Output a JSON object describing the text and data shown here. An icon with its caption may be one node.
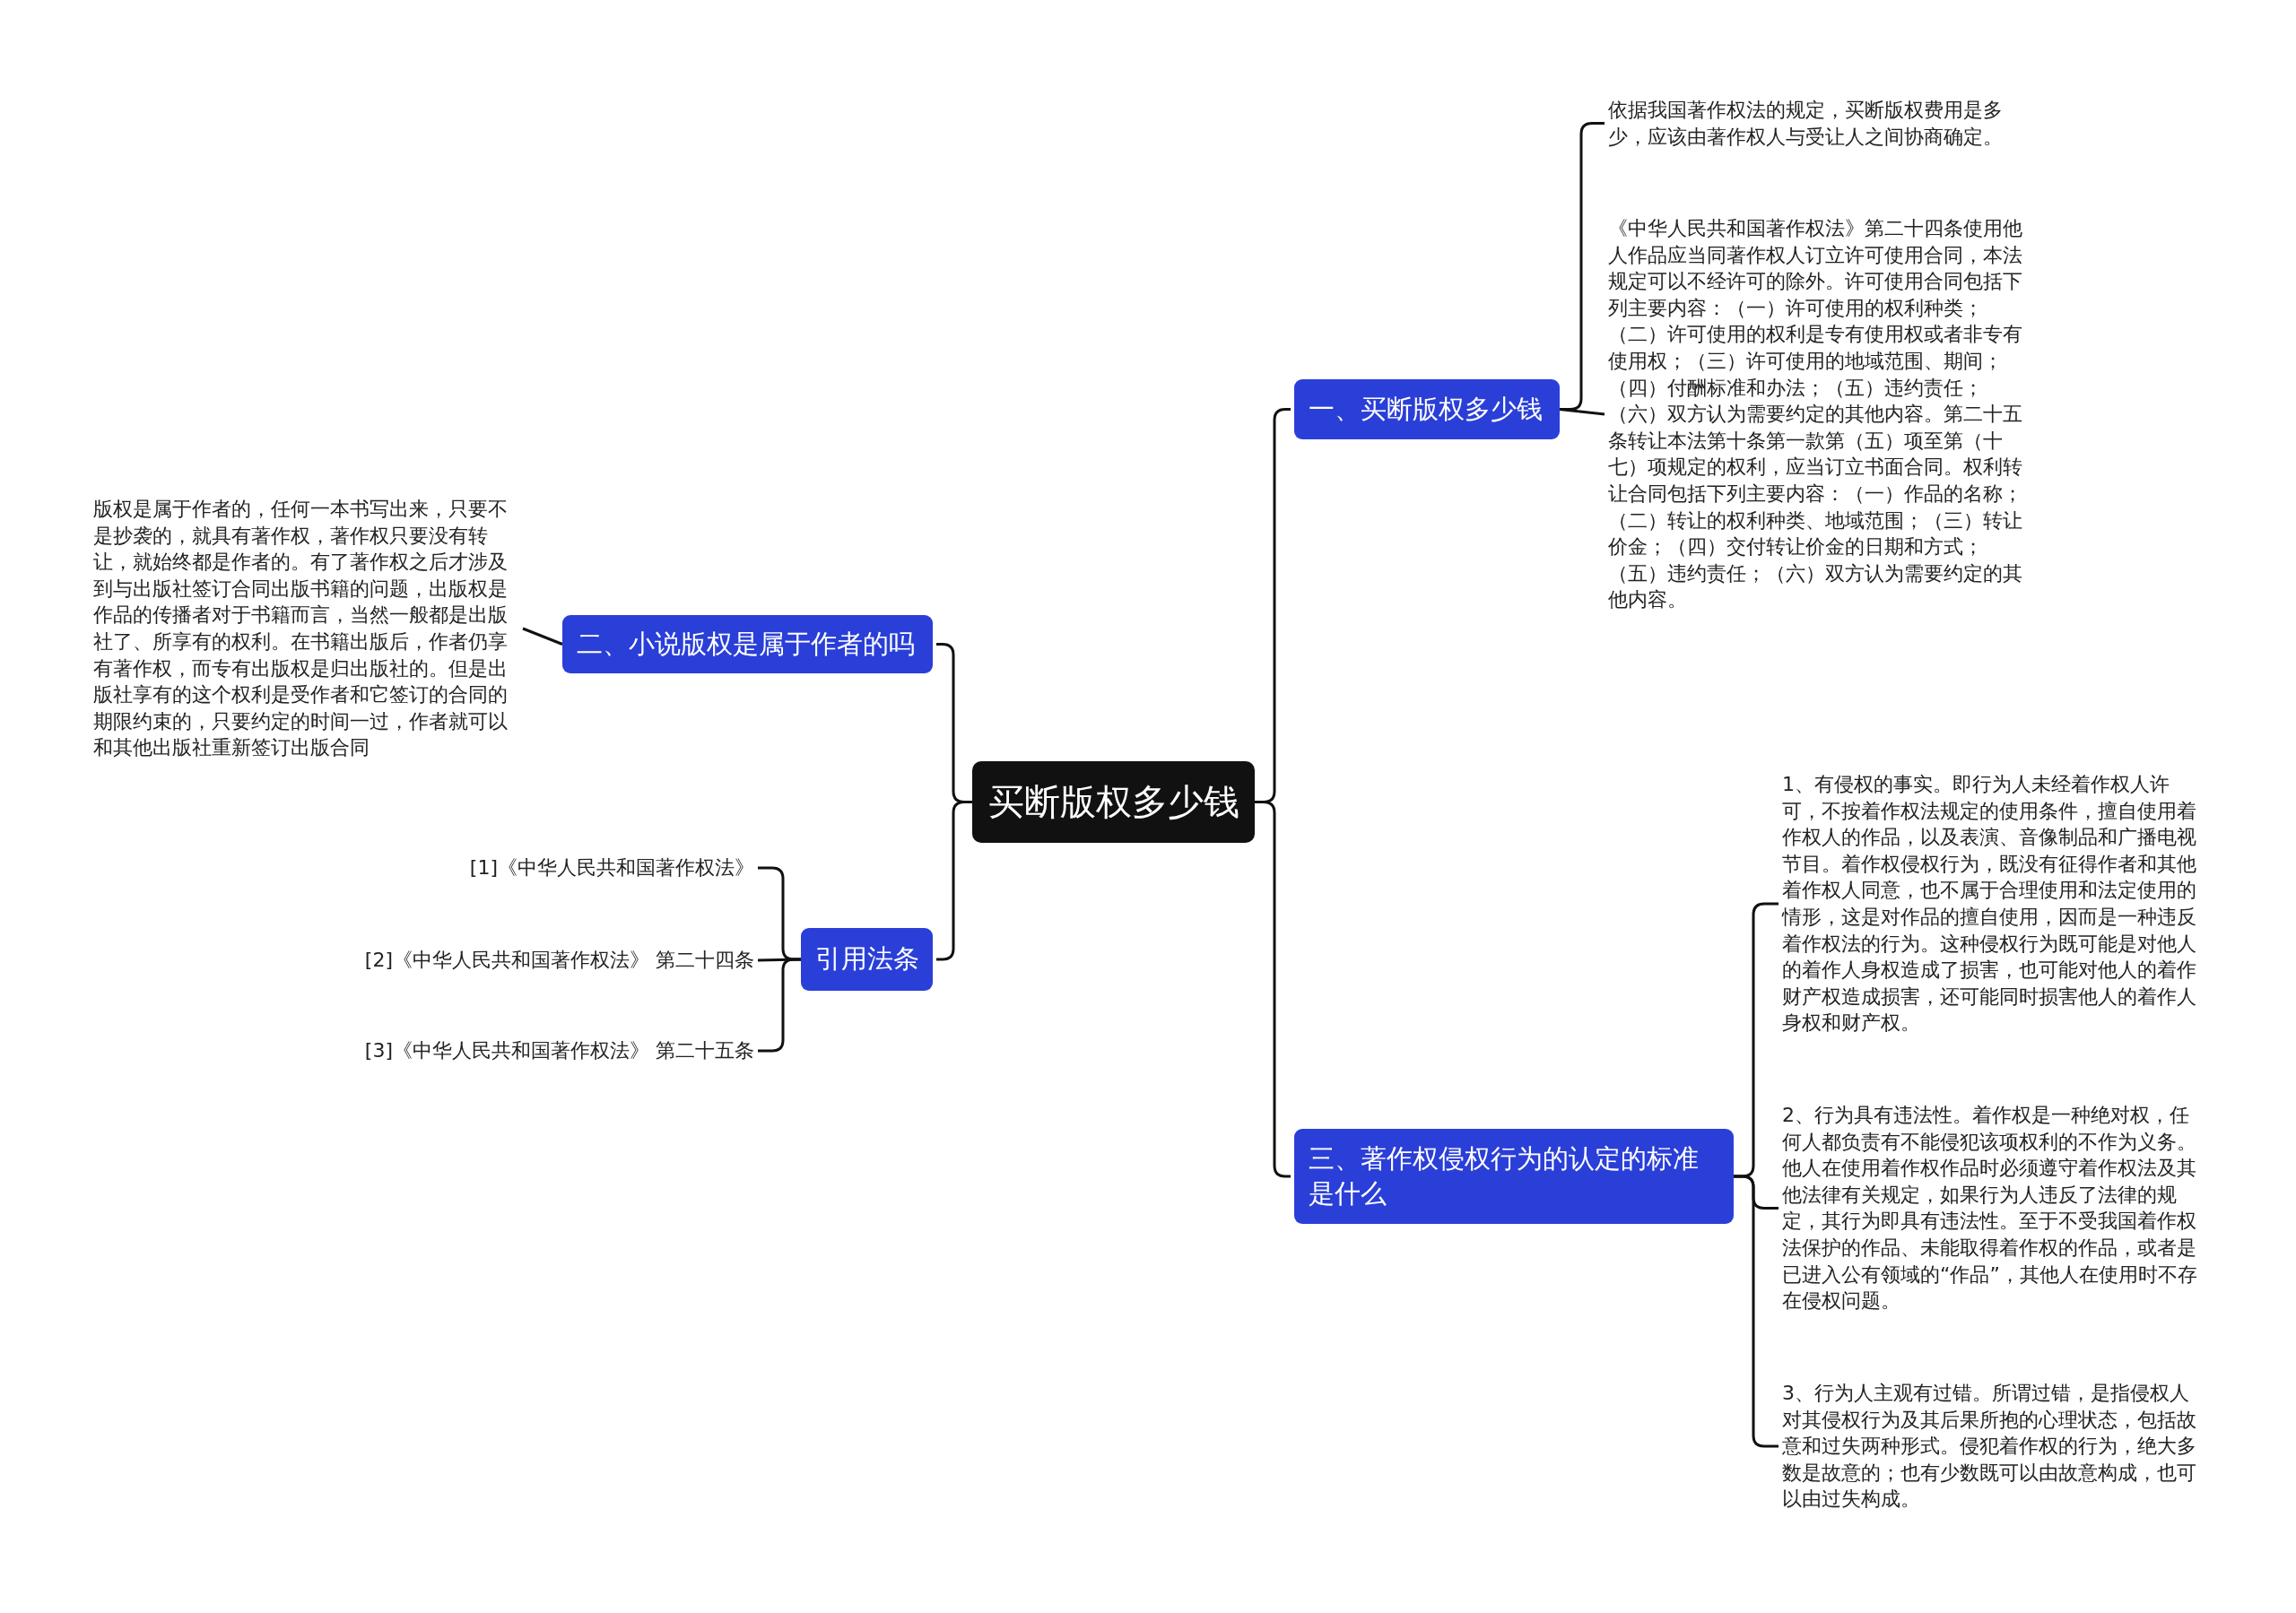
{
  "diagram": {
    "nodes": [
      {
        "text": [
          "买断版权多少钱"
        ]
      },
      {
        "text": [
          "一、买断版权多少钱"
        ]
      },
      {
        "text": [
          "依据我国著作权法的规定，买断版权费用是多少，应该由著作权人与受让人之间协商确定。"
        ]
      },
      {
        "text": [
          "《中华人民共和国著作权法》第二十四条使用他人作品应当同著作权人订立许可使用合同，本法规定可以不经许可的除外。许可使用合同包括下列主要内容：（一）许可使用的权利种类；（二）许可使用的权利是专有使用权或者非专有使用权；（三）许可使用的地域范围、期间；（四）付酬标准和办法；（五）违约责任；（六）双方认为需要约定的其他内容。第二十五条转让本法第十条第一款第（五）项至第（十七）项规定的权利，应当订立书面合同。权利转让合同包括下列主要内容：（一）作品的名称；（二）转让的权利种类、地域范围；（三）转让价金；（四）交付转让价金的日期和方式；（五）违约责任；（六）双方认为需要约定的其他内容。"
        ]
      },
      {
        "text": [
          "三、著作权侵权行为的认定的标准是什么"
        ]
      },
      {
        "text": [
          "1、有侵权的事实。即行为人未经着作权人许可，不按着作权法规定的使用条件，擅自使用着作权人的作品，以及表演、音像制品和广播电视节目。着作权侵权行为，既没有征得作者和其他着作权人同意，也不属于合理使用和法定使用的情形，这是对作品的擅自使用，因而是一种违反着作权法的行为。这种侵权行为既可能是对他人的着作人身权造成了损害，也可能对他人的着作财产权造成损害，还可能同时损害他人的着作人身权和财产权。"
        ]
      },
      {
        "text": [
          "2、行为具有违法性。着作权是一种绝对权，任何人都负责有不能侵犯该项权利的不作为义务。他人在使用着作权作品时必须遵守着作权法及其他法律有关规定，如果行为人违反了法律的规定，其行为即具有违法性。至于不受我国着作权法保护的作品、未能取得着作权的作品，或者是已进入公有领域的“作品”，其他人在使用时不存在侵权问题。"
        ]
      },
      {
        "text": [
          "3、行为人主观有过错。所谓过错，是指侵权人对其侵权行为及其后果所抱的心理状态，包括故意和过失两种形式。侵犯着作权的行为，绝大多数是故意的；也有少数既可以由故意构成，也可以由过失构成。"
        ]
      },
      {
        "text": [
          "二、小说版权是属于作者的吗"
        ]
      },
      {
        "text": [
          "版权是属于作者的，任何一本书写出来，只要不是抄袭的，就具有著作权，著作权只要没有转让，就始终都是作者的。有了著作权之后才涉及到与出版社签订合同出版书籍的问题，出版权是作品的传播者对于书籍而言，当然一般都是出版社了、所享有的权利。在书籍出版后，作者仍享有著作权，而专有出版权是归出版社的。但是出版社享有的这个权利是受作者和它签订的合同的期限约束的，只要约定的时间一过，作者就可以和其他出版社重新签订出版合同"
        ]
      },
      {
        "text": [
          "引用法条"
        ]
      },
      {
        "text": [
          "[1]《中华人民共和国著作权法》"
        ]
      },
      {
        "text": [
          "[2]《中华人民共和国著作权法》 第二十四条"
        ]
      },
      {
        "text": [
          "[3]《中华人民共和国著作权法》 第二十五条"
        ]
      }
    ],
    "edges": [
      {
        "from": 0,
        "to": 1,
        "arrow": "none"
      },
      {
        "from": 1,
        "to": 2,
        "arrow": "none"
      },
      {
        "from": 1,
        "to": 3,
        "arrow": "none"
      },
      {
        "from": 0,
        "to": 4,
        "arrow": "none"
      },
      {
        "from": 4,
        "to": 5,
        "arrow": "none"
      },
      {
        "from": 4,
        "to": 6,
        "arrow": "none"
      },
      {
        "from": 4,
        "to": 7,
        "arrow": "none"
      },
      {
        "from": 0,
        "to": 8,
        "arrow": "none"
      },
      {
        "from": 8,
        "to": 9,
        "arrow": "none"
      },
      {
        "from": 0,
        "to": 10,
        "arrow": "none"
      },
      {
        "from": 10,
        "to": 11,
        "arrow": "none"
      },
      {
        "from": 10,
        "to": 12,
        "arrow": "none"
      },
      {
        "from": 10,
        "to": 13,
        "arrow": "none"
      }
    ]
  }
}
